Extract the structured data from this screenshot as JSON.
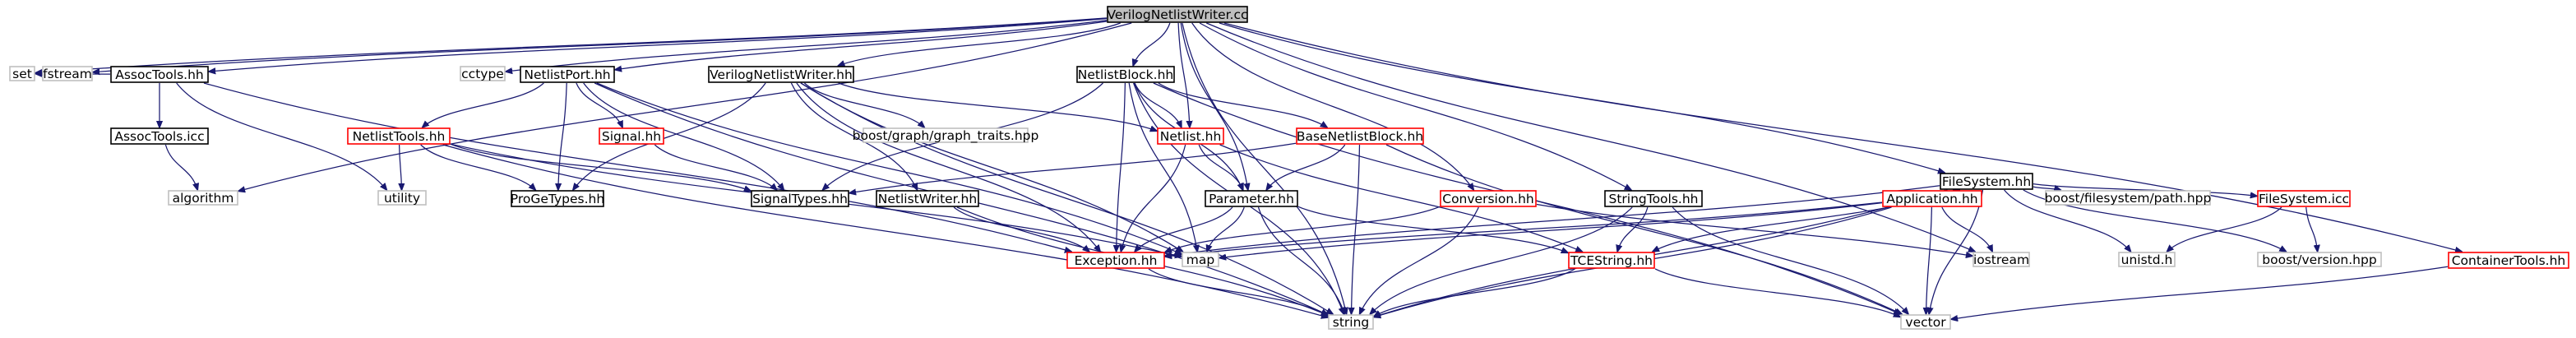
{
  "title": "VerilogNetlistWriter.cc",
  "nodes": [
    {
      "id": "root",
      "label": "VerilogNetlistWriter.cc",
      "style": "root"
    },
    {
      "id": "set",
      "label": "set",
      "style": "system"
    },
    {
      "id": "fstream",
      "label": "fstream",
      "style": "system"
    },
    {
      "id": "AssocTools_hh",
      "label": "AssocTools.hh",
      "style": "local"
    },
    {
      "id": "cctype",
      "label": "cctype",
      "style": "system"
    },
    {
      "id": "NetlistPort_hh",
      "label": "NetlistPort.hh",
      "style": "local"
    },
    {
      "id": "VerilogNetlistWriter_hh",
      "label": "VerilogNetlistWriter.hh",
      "style": "local"
    },
    {
      "id": "NetlistBlock_hh",
      "label": "NetlistBlock.hh",
      "style": "local"
    },
    {
      "id": "FileSystem_hh",
      "label": "FileSystem.hh",
      "style": "local"
    },
    {
      "id": "AssocTools_icc",
      "label": "AssocTools.icc",
      "style": "local"
    },
    {
      "id": "NetlistTools_hh",
      "label": "NetlistTools.hh",
      "style": "missing"
    },
    {
      "id": "Signal_hh",
      "label": "Signal.hh",
      "style": "missing"
    },
    {
      "id": "graph_traits",
      "label": "boost/graph/graph_traits.hpp",
      "style": "system"
    },
    {
      "id": "Netlist_hh",
      "label": "Netlist.hh",
      "style": "missing"
    },
    {
      "id": "BaseNetlistBlock_hh",
      "label": "BaseNetlistBlock.hh",
      "style": "missing"
    },
    {
      "id": "algorithm",
      "label": "algorithm",
      "style": "system"
    },
    {
      "id": "utility",
      "label": "utility",
      "style": "system"
    },
    {
      "id": "ProGeTypes_hh",
      "label": "ProGeTypes.hh",
      "style": "local"
    },
    {
      "id": "SignalTypes_hh",
      "label": "SignalTypes.hh",
      "style": "local"
    },
    {
      "id": "NetlistWriter_hh",
      "label": "NetlistWriter.hh",
      "style": "local"
    },
    {
      "id": "Parameter_hh",
      "label": "Parameter.hh",
      "style": "local"
    },
    {
      "id": "Conversion_hh",
      "label": "Conversion.hh",
      "style": "missing"
    },
    {
      "id": "StringTools_hh",
      "label": "StringTools.hh",
      "style": "local"
    },
    {
      "id": "Application_hh",
      "label": "Application.hh",
      "style": "missing"
    },
    {
      "id": "boost_path",
      "label": "boost/filesystem/path.hpp",
      "style": "system"
    },
    {
      "id": "FileSystem_icc",
      "label": "FileSystem.icc",
      "style": "missing"
    },
    {
      "id": "map",
      "label": "map",
      "style": "system"
    },
    {
      "id": "Exception_hh",
      "label": "Exception.hh",
      "style": "missing"
    },
    {
      "id": "TCEString_hh",
      "label": "TCEString.hh",
      "style": "missing"
    },
    {
      "id": "iostream",
      "label": "iostream",
      "style": "system"
    },
    {
      "id": "unistd_h",
      "label": "unistd.h",
      "style": "system"
    },
    {
      "id": "boost_version",
      "label": "boost/version.hpp",
      "style": "system"
    },
    {
      "id": "ContainerTools_hh",
      "label": "ContainerTools.hh",
      "style": "missing"
    },
    {
      "id": "string",
      "label": "string",
      "style": "system"
    },
    {
      "id": "vector",
      "label": "vector",
      "style": "system"
    }
  ],
  "edges": [
    [
      "root",
      "set"
    ],
    [
      "root",
      "fstream"
    ],
    [
      "root",
      "AssocTools_hh"
    ],
    [
      "root",
      "cctype"
    ],
    [
      "root",
      "NetlistPort_hh"
    ],
    [
      "root",
      "VerilogNetlistWriter_hh"
    ],
    [
      "root",
      "NetlistBlock_hh"
    ],
    [
      "root",
      "Netlist_hh"
    ],
    [
      "root",
      "Parameter_hh"
    ],
    [
      "root",
      "string"
    ],
    [
      "root",
      "Conversion_hh"
    ],
    [
      "root",
      "StringTools_hh"
    ],
    [
      "root",
      "FileSystem_hh"
    ],
    [
      "root",
      "iostream"
    ],
    [
      "root",
      "ContainerTools_hh"
    ],
    [
      "root",
      "algorithm"
    ],
    [
      "AssocTools_hh",
      "set"
    ],
    [
      "AssocTools_hh",
      "AssocTools_icc"
    ],
    [
      "AssocTools_hh",
      "utility"
    ],
    [
      "AssocTools_hh",
      "Exception_hh"
    ],
    [
      "AssocTools_icc",
      "algorithm"
    ],
    [
      "NetlistPort_hh",
      "NetlistTools_hh"
    ],
    [
      "NetlistPort_hh",
      "Signal_hh"
    ],
    [
      "NetlistPort_hh",
      "ProGeTypes_hh"
    ],
    [
      "NetlistPort_hh",
      "map"
    ],
    [
      "NetlistPort_hh",
      "string"
    ],
    [
      "NetlistPort_hh",
      "SignalTypes_hh"
    ],
    [
      "NetlistTools_hh",
      "utility"
    ],
    [
      "NetlistTools_hh",
      "ProGeTypes_hh"
    ],
    [
      "NetlistTools_hh",
      "SignalTypes_hh"
    ],
    [
      "NetlistTools_hh",
      "map"
    ],
    [
      "NetlistTools_hh",
      "string"
    ],
    [
      "Signal_hh",
      "SignalTypes_hh"
    ],
    [
      "VerilogNetlistWriter_hh",
      "graph_traits"
    ],
    [
      "VerilogNetlistWriter_hh",
      "Netlist_hh"
    ],
    [
      "VerilogNetlistWriter_hh",
      "NetlistWriter_hh"
    ],
    [
      "VerilogNetlistWriter_hh",
      "ProGeTypes_hh"
    ],
    [
      "VerilogNetlistWriter_hh",
      "map"
    ],
    [
      "VerilogNetlistWriter_hh",
      "string"
    ],
    [
      "VerilogNetlistWriter_hh",
      "Exception_hh"
    ],
    [
      "NetlistBlock_hh",
      "Netlist_hh"
    ],
    [
      "NetlistBlock_hh",
      "BaseNetlistBlock_hh"
    ],
    [
      "NetlistBlock_hh",
      "SignalTypes_hh"
    ],
    [
      "NetlistBlock_hh",
      "Exception_hh"
    ],
    [
      "NetlistBlock_hh",
      "map"
    ],
    [
      "NetlistBlock_hh",
      "string"
    ],
    [
      "NetlistBlock_hh",
      "vector"
    ],
    [
      "NetlistBlock_hh",
      "Parameter_hh"
    ],
    [
      "Netlist_hh",
      "Parameter_hh"
    ],
    [
      "Netlist_hh",
      "Exception_hh"
    ],
    [
      "Netlist_hh",
      "TCEString_hh"
    ],
    [
      "BaseNetlistBlock_hh",
      "Parameter_hh"
    ],
    [
      "BaseNetlistBlock_hh",
      "SignalTypes_hh"
    ],
    [
      "BaseNetlistBlock_hh",
      "string"
    ],
    [
      "BaseNetlistBlock_hh",
      "vector"
    ],
    [
      "NetlistWriter_hh",
      "Exception_hh"
    ],
    [
      "NetlistWriter_hh",
      "string"
    ],
    [
      "Parameter_hh",
      "Exception_hh"
    ],
    [
      "Parameter_hh",
      "map"
    ],
    [
      "Parameter_hh",
      "string"
    ],
    [
      "Parameter_hh",
      "TCEString_hh"
    ],
    [
      "Conversion_hh",
      "Exception_hh"
    ],
    [
      "Conversion_hh",
      "string"
    ],
    [
      "Conversion_hh",
      "iostream"
    ],
    [
      "StringTools_hh",
      "TCEString_hh"
    ],
    [
      "StringTools_hh",
      "string"
    ],
    [
      "StringTools_hh",
      "vector"
    ],
    [
      "FileSystem_hh",
      "Application_hh"
    ],
    [
      "FileSystem_hh",
      "boost_path"
    ],
    [
      "FileSystem_hh",
      "FileSystem_icc"
    ],
    [
      "FileSystem_hh",
      "Exception_hh"
    ],
    [
      "FileSystem_hh",
      "TCEString_hh"
    ],
    [
      "FileSystem_hh",
      "unistd_h"
    ],
    [
      "FileSystem_hh",
      "boost_version"
    ],
    [
      "FileSystem_hh",
      "vector"
    ],
    [
      "FileSystem_hh",
      "string"
    ],
    [
      "Application_hh",
      "iostream"
    ],
    [
      "Application_hh",
      "map"
    ],
    [
      "Application_hh",
      "vector"
    ],
    [
      "Application_hh",
      "string"
    ],
    [
      "Application_hh",
      "Exception_hh"
    ],
    [
      "FileSystem_icc",
      "boost_version"
    ],
    [
      "FileSystem_icc",
      "unistd_h"
    ],
    [
      "Exception_hh",
      "string"
    ],
    [
      "TCEString_hh",
      "string"
    ],
    [
      "TCEString_hh",
      "vector"
    ],
    [
      "ContainerTools_hh",
      "vector"
    ]
  ],
  "colors": {
    "edge": "#191970",
    "root_fill": "#bfbfbf",
    "root_border": "#000000",
    "local_border": "#000000",
    "missing_border": "#ff0000",
    "system_border": "#bfbfbf",
    "node_fill": "#ffffff",
    "text": "#000000"
  }
}
